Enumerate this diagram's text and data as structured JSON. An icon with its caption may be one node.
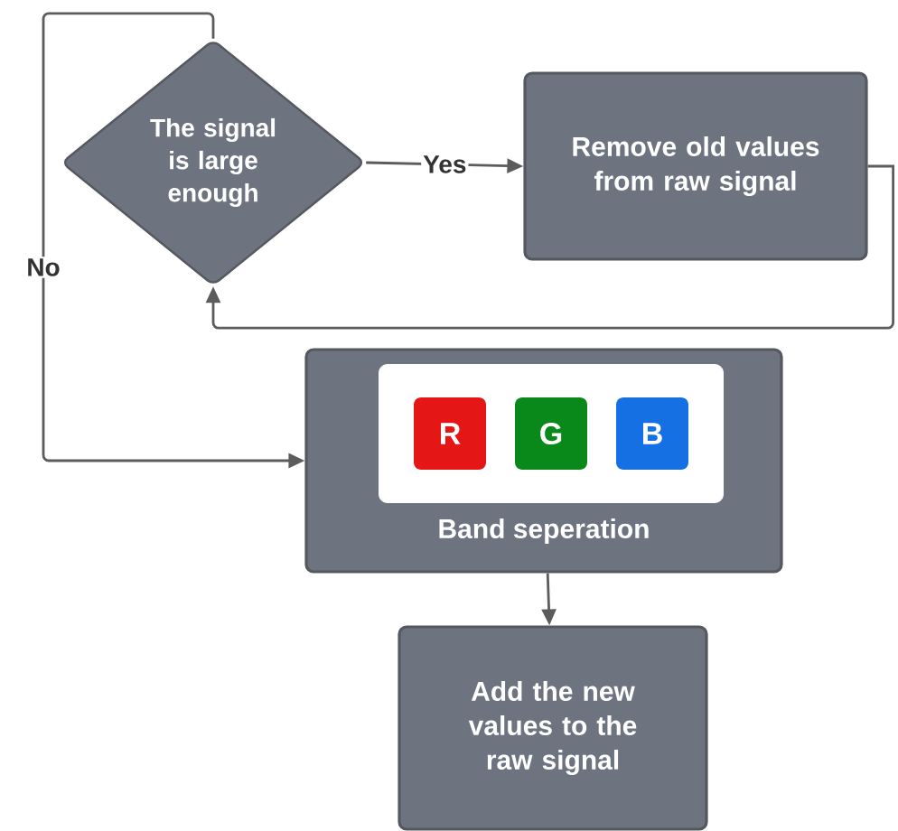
{
  "diagram": {
    "nodes": [
      {
        "text": [
          "The signal is large enough"
        ]
      },
      {
        "text": [
          "Remove old values from raw signal"
        ]
      },
      {
        "text": [
          "Band seperation"
        ]
      },
      {
        "text": [],
        "shape": "box",
        "in": 2
      },
      {
        "text": [
          "R"
        ],
        "in": 3
      },
      {
        "text": [
          "G"
        ],
        "in": 3
      },
      {
        "text": [
          "B"
        ],
        "in": 3
      },
      {
        "text": [
          "Add the new values to the raw signal"
        ]
      }
    ],
    "edges": [
      {
        "from": 0,
        "to": 1,
        "arrow": "to",
        "label": "Yes"
      },
      {
        "from": 1,
        "to": 0,
        "arrow": "to"
      },
      {
        "from": 0,
        "to": 2,
        "arrow": "to",
        "label": "No"
      },
      {
        "from": 2,
        "to": 7,
        "arrow": "to"
      }
    ]
  }
}
